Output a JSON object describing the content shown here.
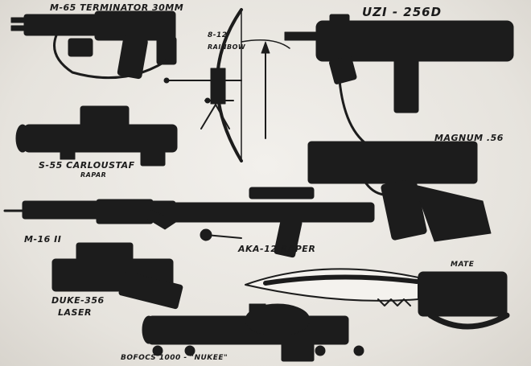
{
  "labels": {
    "m65": "M-65 TERMINATOR 30MM",
    "uzi": "UZI - 256D",
    "bow_top": "8-12",
    "bow_sub": "RAINBOW",
    "carl": "S-55 CARLOUSTAF",
    "carl_sub": "RAPAR",
    "magnum": "MAGNUM .56",
    "m16": "M-16 II",
    "aka": "AKA-12 RAPER",
    "mate": "MATE",
    "duke": "DUKE-356",
    "duke_sub": "LASER",
    "bofors": "BOFOCS 1000 - \"NUKEE\""
  },
  "colors": {
    "ink": "#1b1b1b",
    "paper": "#ece9e4"
  }
}
